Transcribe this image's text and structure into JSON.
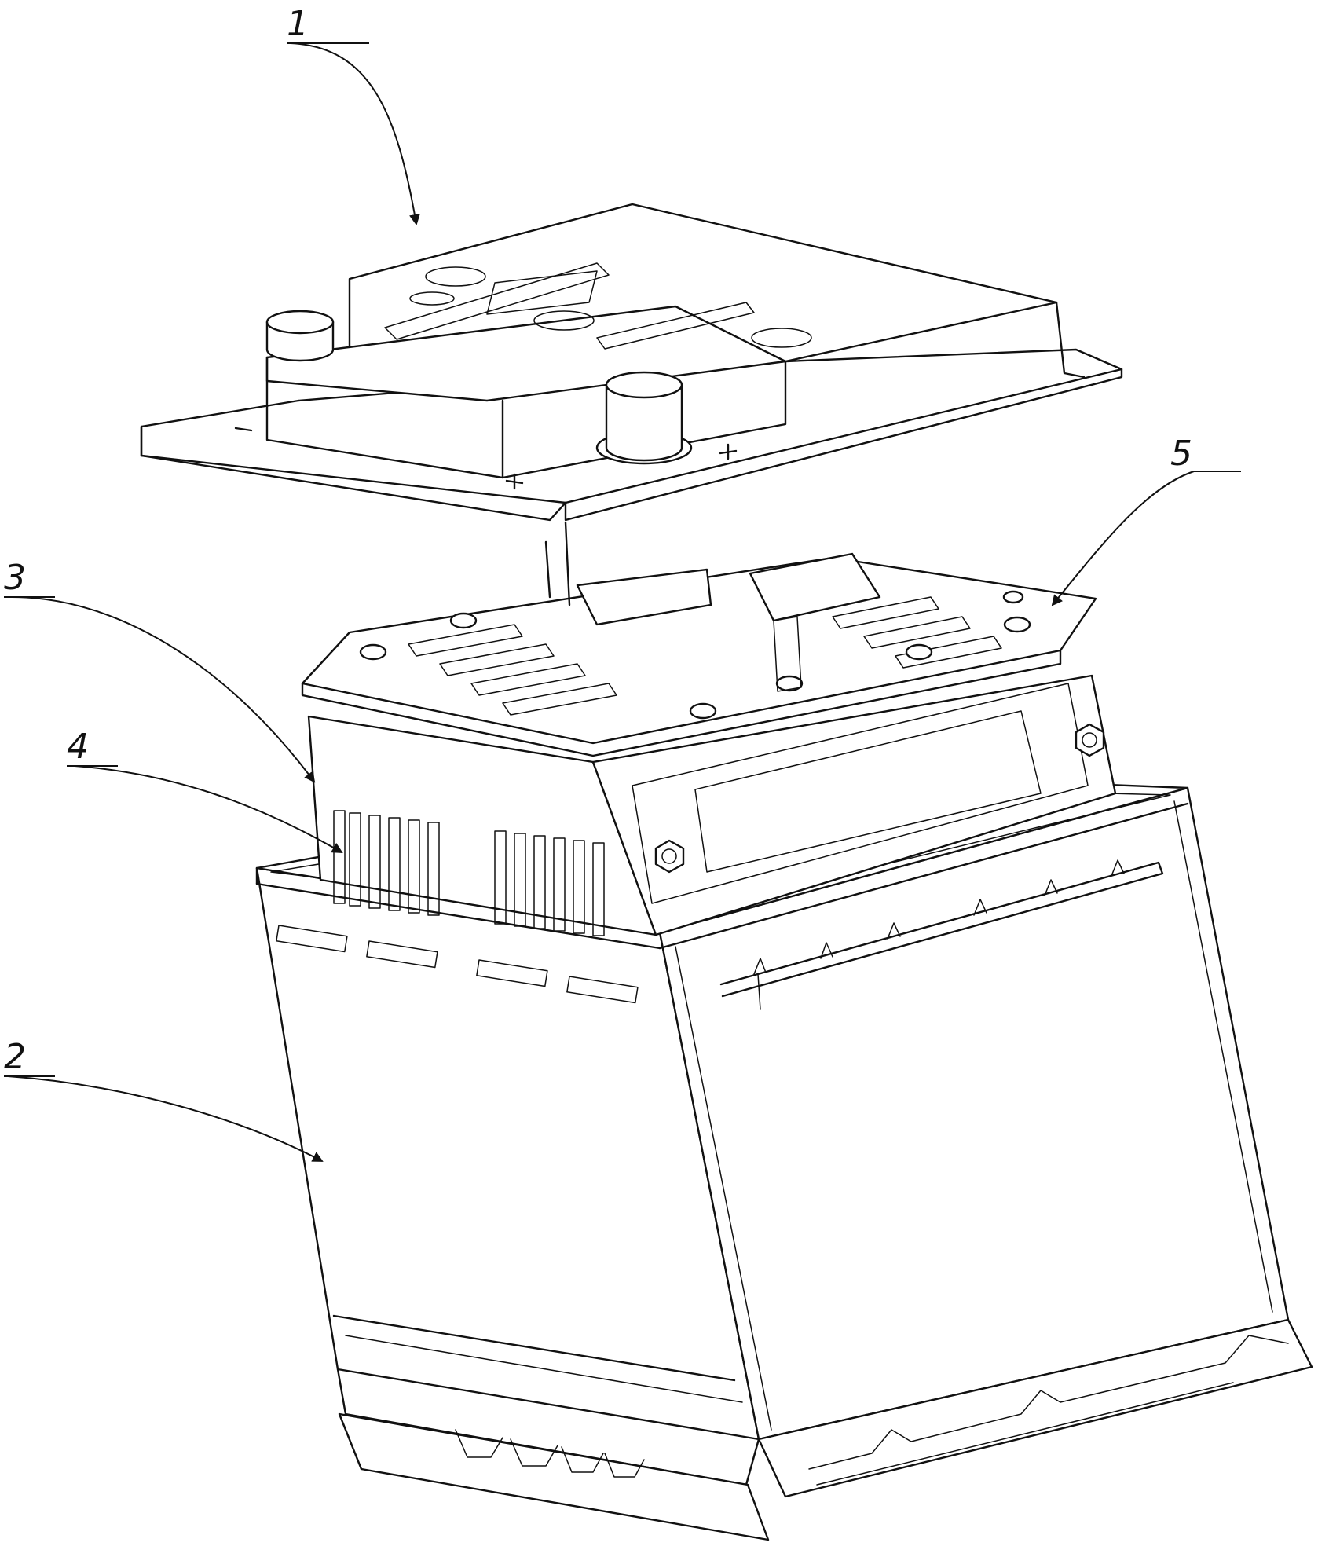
{
  "labels": [
    {
      "id": "part-1",
      "text": "1"
    },
    {
      "id": "part-2",
      "text": "2"
    },
    {
      "id": "part-3",
      "text": "3"
    },
    {
      "id": "part-4",
      "text": "4"
    },
    {
      "id": "part-5",
      "text": "5"
    }
  ],
  "colors": {
    "line": "#111111",
    "background": "#ffffff"
  }
}
